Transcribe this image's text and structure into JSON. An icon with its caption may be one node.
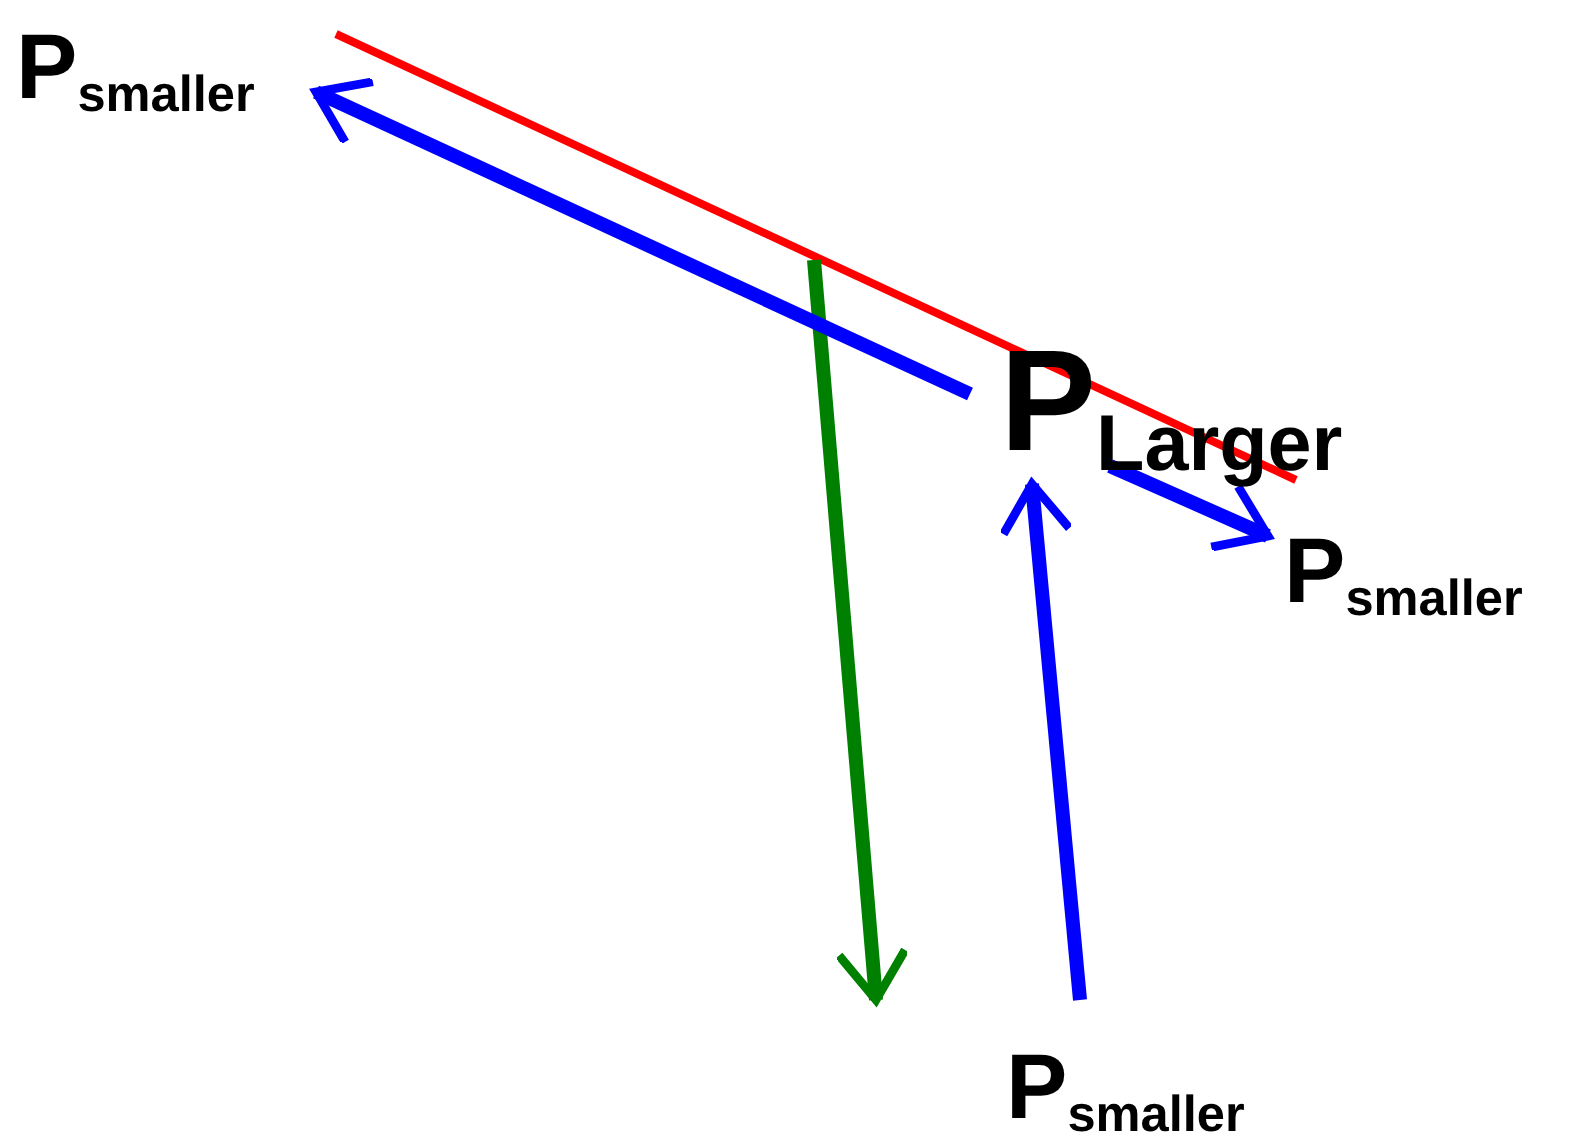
{
  "diagram": {
    "nodes": [
      {
        "text": [
          "P$_{smaller}$"
        ]
      },
      {
        "text": [
          "P$_{Larger}$"
        ]
      },
      {
        "text": [
          "P$_{smaller}$"
        ]
      },
      {
        "text": [
          "P$_{smaller}$"
        ]
      }
    ],
    "edges": [
      {
        "from": 1,
        "to": 0,
        "arrow": "to"
      },
      {
        "from": 1,
        "to": 2,
        "arrow": "to"
      },
      {
        "from": 3,
        "to": 1,
        "arrow": "to"
      }
    ]
  }
}
